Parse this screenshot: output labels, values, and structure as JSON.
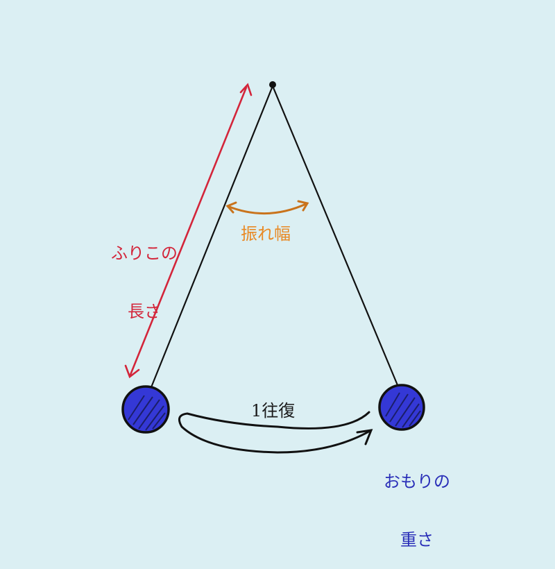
{
  "diagram": {
    "type": "pendulum",
    "background": "#dbeff3",
    "labels": {
      "length": {
        "line1": "ふりこの",
        "line2": "長さ",
        "color": "#d3253a"
      },
      "amplitude": {
        "text": "振れ幅",
        "color": "#e88a26"
      },
      "round_trip": {
        "text": "1往復",
        "color": "#1a1a1a"
      },
      "weight": {
        "line1": "おもりの",
        "line2": "重さ",
        "color": "#2a2fb8"
      }
    },
    "colors": {
      "string": "#111111",
      "bob_fill": "#3438d6",
      "length_arrow": "#d3253a",
      "amplitude_arrow": "#c9731c"
    }
  }
}
